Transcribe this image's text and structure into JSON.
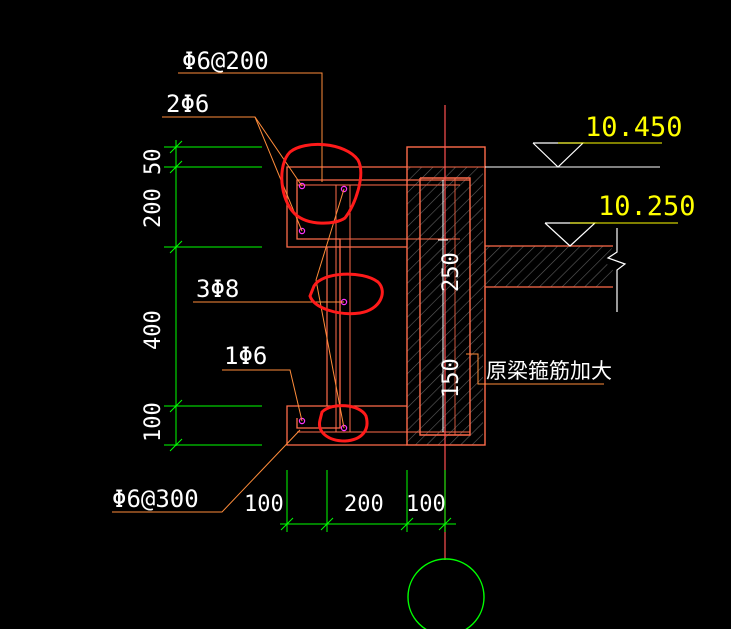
{
  "labels": {
    "top_stirrup": "Φ6@200",
    "top_bars": "2Φ6",
    "mid_bars": "3Φ8",
    "bottom_bar": "1Φ6",
    "bottom_stirrup": "Φ6@300",
    "note": "原梁箍筋加大"
  },
  "elevations": {
    "upper": "10.450",
    "lower": "10.250"
  },
  "dimensions_vertical": {
    "d50": "50",
    "d200": "200",
    "d400": "400",
    "d100": "100"
  },
  "dimensions_horizontal": {
    "d100_left": "100",
    "d200": "200",
    "d100_right": "100"
  },
  "dimensions_inner": {
    "d250": "250",
    "d150": "150"
  },
  "colors": {
    "background": "#000000",
    "dimension": "#00ff00",
    "leader": "#ff8c3a",
    "elevation": "#ffff00",
    "outline": "#ff6b4a",
    "hatch": "#6e6e6e",
    "markup": "#ff1a1a",
    "rebar_dot": "#ff33ff",
    "text": "#ffffff",
    "centerline": "#ff5050"
  }
}
